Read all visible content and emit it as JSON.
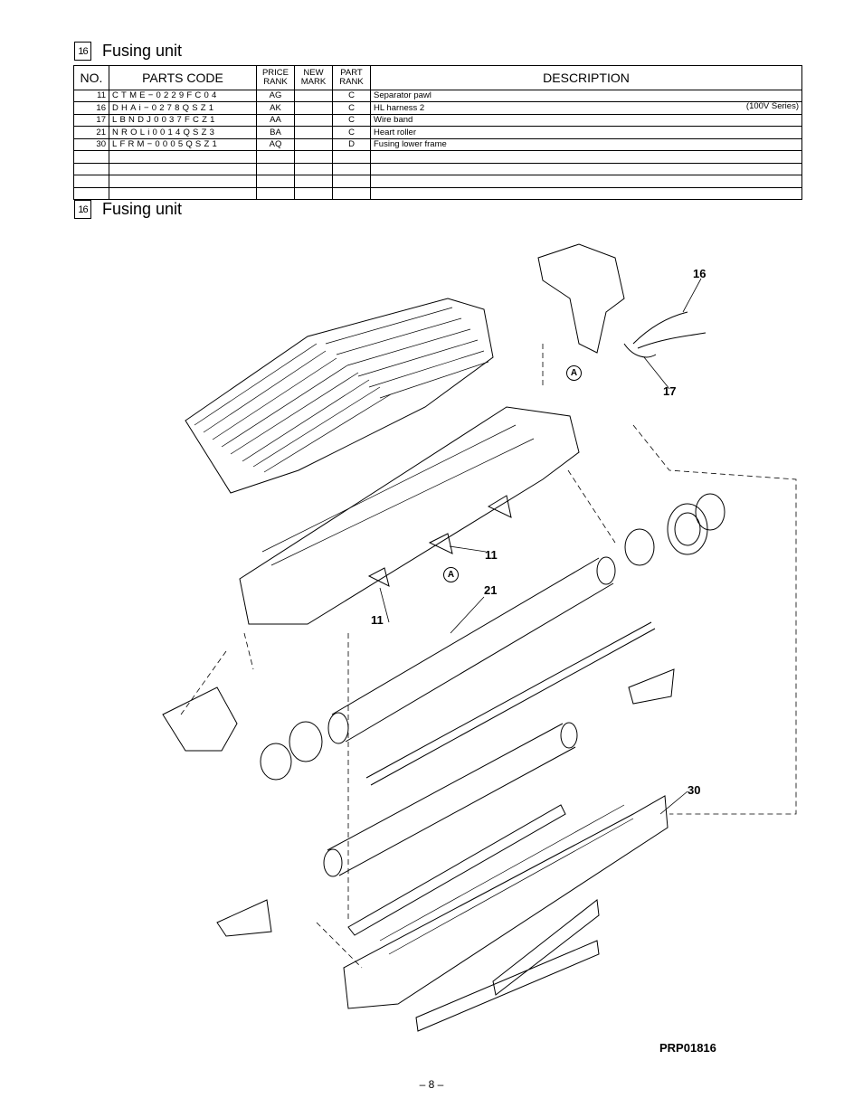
{
  "section": {
    "number": "16",
    "title": "Fusing unit"
  },
  "diagram_section": {
    "number": "16",
    "title": "Fusing unit"
  },
  "table": {
    "headers": {
      "no": "NO.",
      "parts_code": "PARTS CODE",
      "price_rank": [
        "PRICE",
        "RANK"
      ],
      "new_mark": [
        "NEW",
        "MARK"
      ],
      "part_rank": [
        "PART",
        "RANK"
      ],
      "description": "DESCRIPTION"
    },
    "rows": [
      {
        "no": "11",
        "code": "CTME−0229FC04",
        "price": "AG",
        "new": "",
        "part": "C",
        "desc": "Separator pawl",
        "note": ""
      },
      {
        "no": "16",
        "code": "DHAi−0278QSZ1",
        "price": "AK",
        "new": "",
        "part": "C",
        "desc": "HL harness 2",
        "note": "(100V Series)"
      },
      {
        "no": "17",
        "code": "LBNDJ0037FCZ1",
        "price": "AA",
        "new": "",
        "part": "C",
        "desc": "Wire band",
        "note": ""
      },
      {
        "no": "21",
        "code": "NROLi0014QSZ3",
        "price": "BA",
        "new": "",
        "part": "C",
        "desc": "Heart roller",
        "note": ""
      },
      {
        "no": "30",
        "code": "LFRM−0005QSZ1",
        "price": "AQ",
        "new": "",
        "part": "D",
        "desc": "Fusing lower frame",
        "note": ""
      },
      {
        "no": "",
        "code": "",
        "price": "",
        "new": "",
        "part": "",
        "desc": "",
        "note": ""
      },
      {
        "no": "",
        "code": "",
        "price": "",
        "new": "",
        "part": "",
        "desc": "",
        "note": ""
      },
      {
        "no": "",
        "code": "",
        "price": "",
        "new": "",
        "part": "",
        "desc": "",
        "note": ""
      },
      {
        "no": "",
        "code": "",
        "price": "",
        "new": "",
        "part": "",
        "desc": "",
        "note": ""
      }
    ]
  },
  "callouts": [
    "16",
    "17",
    "11",
    "21",
    "11",
    "30"
  ],
  "markers": [
    "A",
    "A"
  ],
  "drawing_ref": "PRP01816",
  "page_number": "– 8 –"
}
